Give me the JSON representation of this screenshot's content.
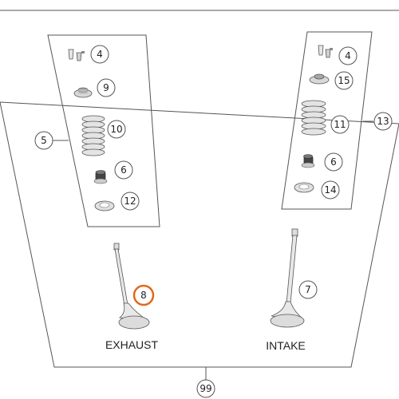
{
  "callouts": {
    "c4_left": "4",
    "c9": "9",
    "c10": "10",
    "c6_left": "6",
    "c12": "12",
    "c5": "5",
    "c4_right": "4",
    "c15": "15",
    "c11": "11",
    "c6_right": "6",
    "c14": "14",
    "c13": "13",
    "c8": "8",
    "c7": "7",
    "c99": "99"
  },
  "labels": {
    "exhaust": "EXHAUST",
    "intake": "INTAKE"
  },
  "colors": {
    "highlight": "#e06a1b",
    "line": "#555555",
    "part_fill": "#e4e4e4",
    "part_dark": "#9a9a9a"
  }
}
